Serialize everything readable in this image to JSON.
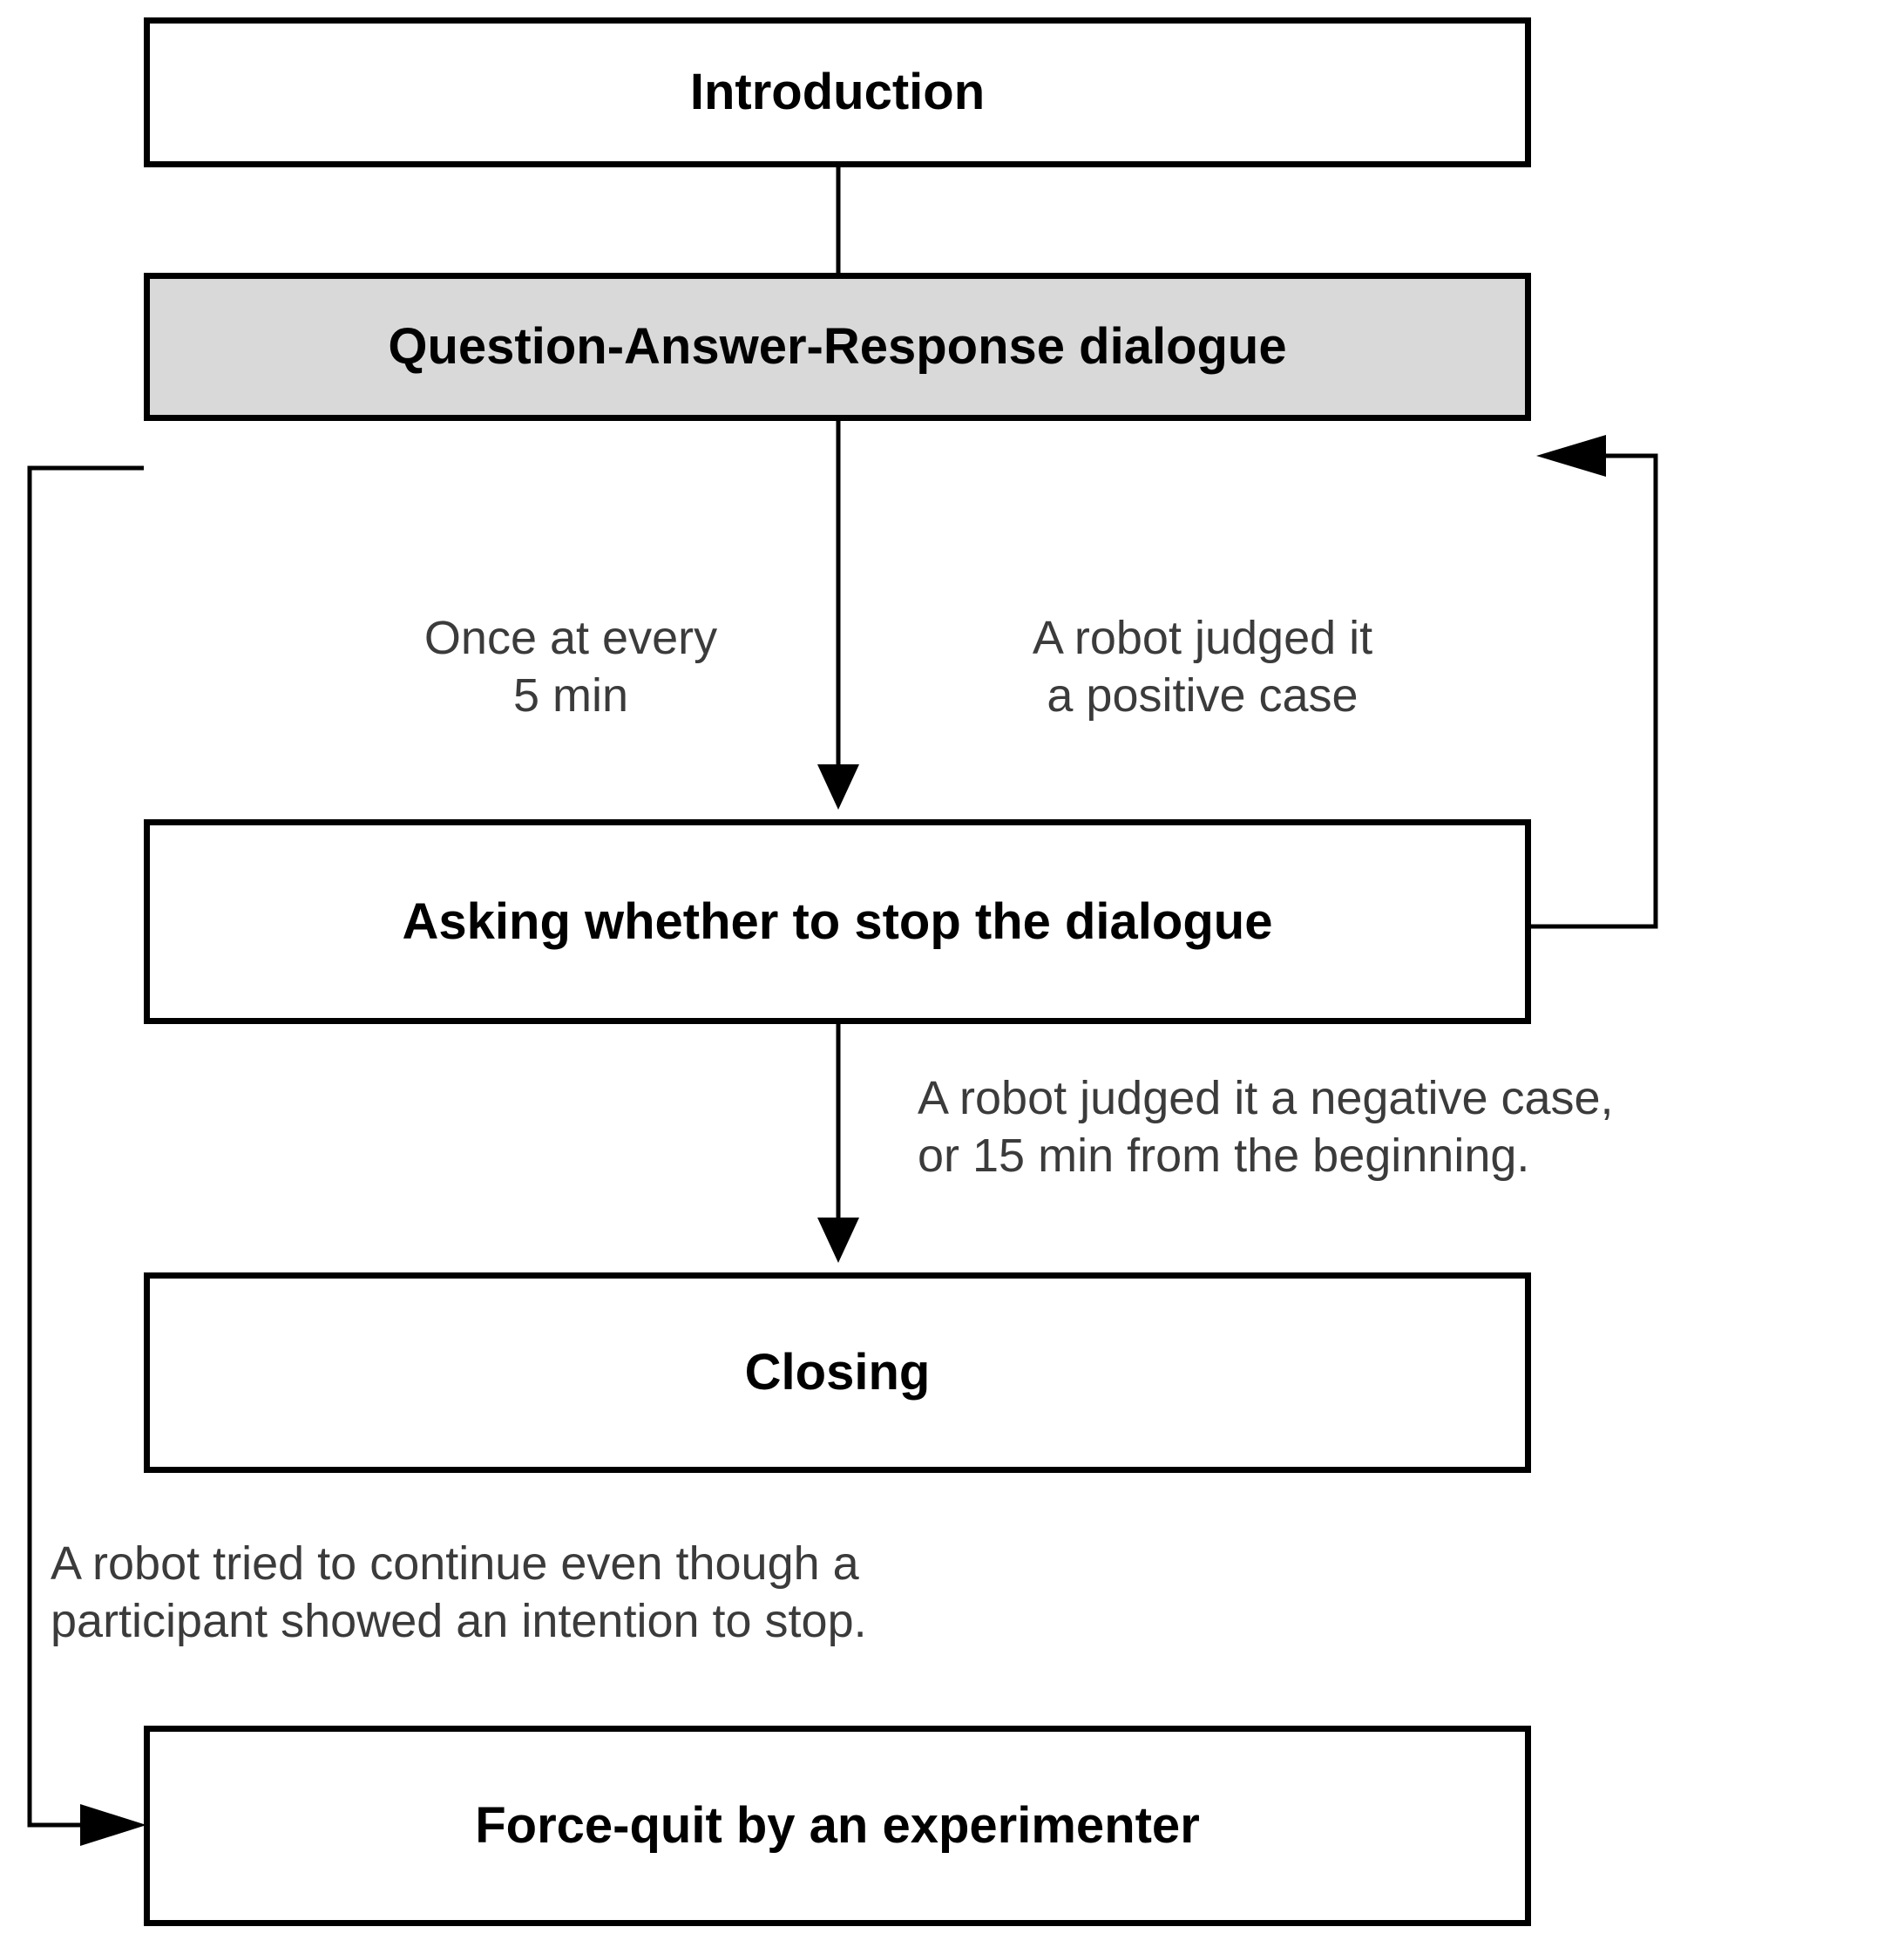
{
  "diagram": {
    "title": "Question-Answer-Response dialogue experiment flow",
    "type": "flowchart",
    "colors": {
      "box_border": "#000000",
      "box_fill": "#ffffff",
      "highlight_fill": "#d9d9d9",
      "edge_line": "#000000",
      "label_text": "#3b3b3b",
      "node_text": "#000000",
      "background": "#ffffff"
    },
    "nodes": [
      {
        "id": "introduction",
        "label": "Introduction",
        "shaded": false
      },
      {
        "id": "qar-dialogue",
        "label": "Question-Answer-Response dialogue",
        "shaded": true
      },
      {
        "id": "asking-stop",
        "label": "Asking whether to stop the dialogue",
        "shaded": false
      },
      {
        "id": "closing",
        "label": "Closing",
        "shaded": false
      },
      {
        "id": "force-quit",
        "label": "Force-quit by an experimenter",
        "shaded": false
      }
    ],
    "edge_labels": [
      {
        "id": "every-5-min",
        "text": "Once at every\n5 min"
      },
      {
        "id": "positive-case",
        "text": "A robot judged it\na positive case"
      },
      {
        "id": "negative-case",
        "text": "A robot judged it a negative case,\nor 15 min from the beginning."
      },
      {
        "id": "continue-intention",
        "text": "A robot tried to continue even though a\nparticipant showed an intention to stop."
      }
    ],
    "edges": [
      {
        "id": "intro-to-dialogue",
        "from": "introduction",
        "to": "qar-dialogue",
        "label": ""
      },
      {
        "id": "dialogue-to-asking",
        "from": "qar-dialogue",
        "to": "asking-stop",
        "label": "Once at every 5 min"
      },
      {
        "id": "asking-to-dialogue",
        "from": "asking-stop",
        "to": "qar-dialogue",
        "label": "A robot judged it a positive case"
      },
      {
        "id": "asking-to-closing",
        "from": "asking-stop",
        "to": "closing",
        "label": "A robot judged it a negative case, or 15 min from the beginning."
      },
      {
        "id": "dialogue-to-forcequit",
        "from": "qar-dialogue",
        "to": "force-quit",
        "label": "A robot tried to continue even though a participant showed an intention to stop."
      }
    ]
  }
}
